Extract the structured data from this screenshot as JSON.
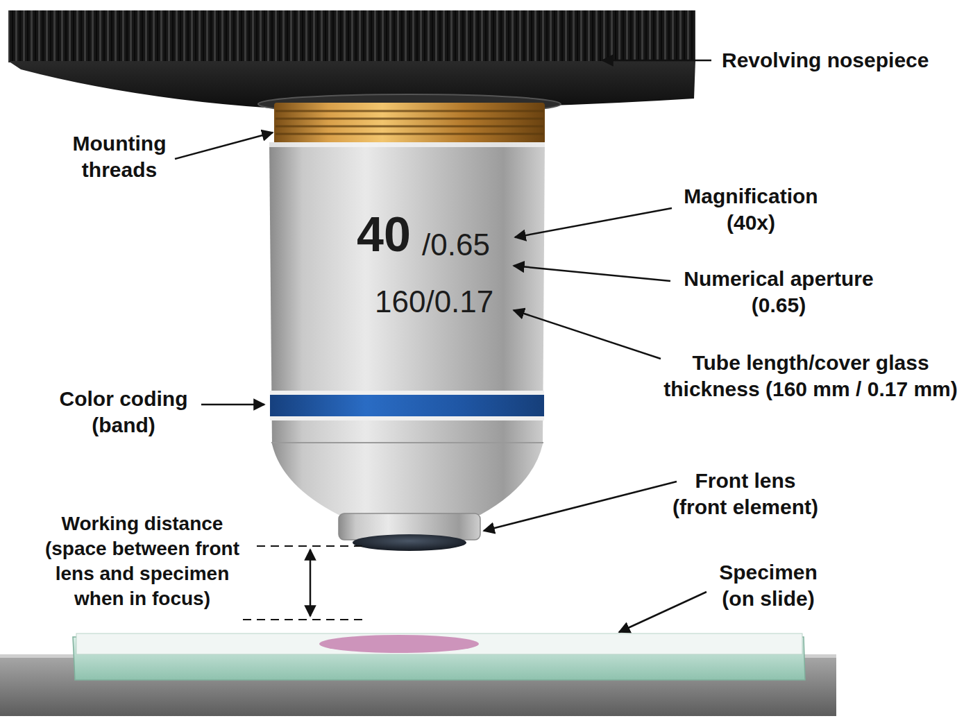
{
  "diagram": {
    "labels": [
      "Revolving nosepiece",
      "Mounting threads",
      "40",
      "/0.65",
      "Magnification (40x)",
      "160/0.17",
      "Numerical aperture (0.65)",
      "Tube length/cover glass thickness (160 mm / 0.17 mm)",
      "Color coding (band)",
      "Front lens (front element)",
      "Working distance (space between front lens and specimen when in focus)",
      "Specimen (on slide)"
    ]
  }
}
